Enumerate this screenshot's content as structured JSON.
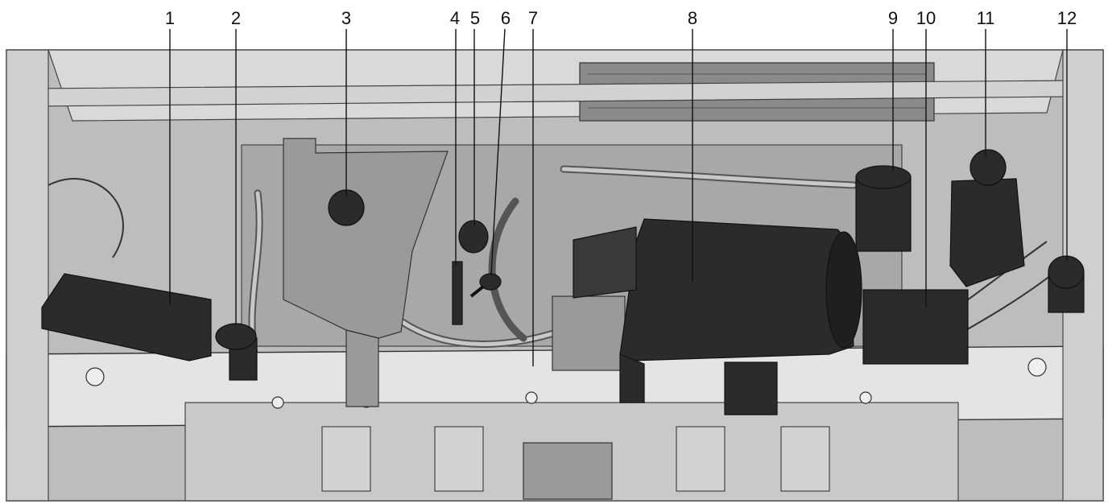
{
  "figure": {
    "callouts": [
      "1",
      "2",
      "3",
      "4",
      "5",
      "6",
      "7",
      "8",
      "9",
      "10",
      "11",
      "12"
    ]
  }
}
